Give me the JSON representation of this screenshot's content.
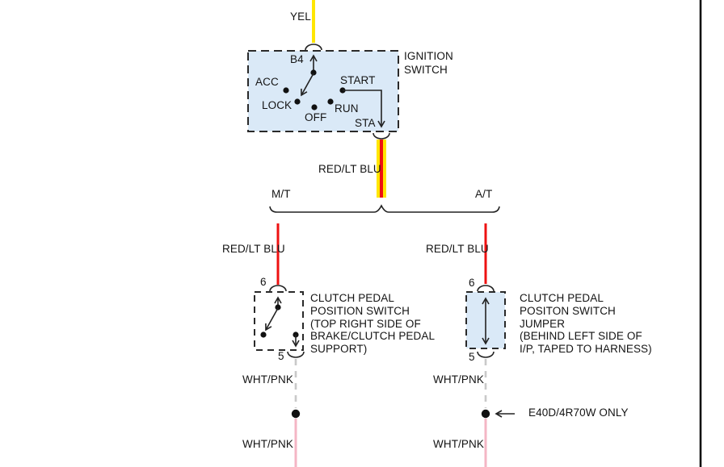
{
  "colors": {
    "yellow_wire": "#FFE600",
    "red_wire": "#EE1111",
    "pink_wire": "#F4B6C5",
    "gray_wire": "#C9C9C9",
    "component_fill": "#DAE9F7",
    "line": "#222222"
  },
  "feed": {
    "top_wire_label": "YEL",
    "feed_wire_label": "RED/LT BLU"
  },
  "ignition_switch": {
    "title_line1": "IGNITION",
    "title_line2": "SWITCH",
    "terminal_in": "B4",
    "pos_acc": "ACC",
    "pos_lock": "LOCK",
    "pos_off": "OFF",
    "pos_run": "RUN",
    "pos_start": "START",
    "terminal_out": "STA"
  },
  "split": {
    "left_label": "M/T",
    "right_label": "A/T"
  },
  "left_branch": {
    "wire_label": "RED/LT BLU",
    "pin_in": "6",
    "pin_out": "5",
    "desc_line1": "CLUTCH PEDAL",
    "desc_line2": "POSITION SWITCH",
    "desc_line3": "(TOP RIGHT SIDE OF",
    "desc_line4": "BRAKE/CLUTCH PEDAL",
    "desc_line5": "SUPPORT)",
    "wire_out_label_upper": "WHT/PNK",
    "wire_out_label_lower": "WHT/PNK"
  },
  "right_branch": {
    "wire_label": "RED/LT BLU",
    "pin_in": "6",
    "pin_out": "5",
    "desc_line1": "CLUTCH PEDAL",
    "desc_line2": "POSITON SWITCH",
    "desc_line3": "JUMPER",
    "desc_line4": "(BEHIND LEFT SIDE OF",
    "desc_line5": "I/P, TAPED TO HARNESS)",
    "wire_out_label_upper": "WHT/PNK",
    "wire_out_label_lower": "WHT/PNK",
    "note": "E40D/4R70W ONLY"
  }
}
